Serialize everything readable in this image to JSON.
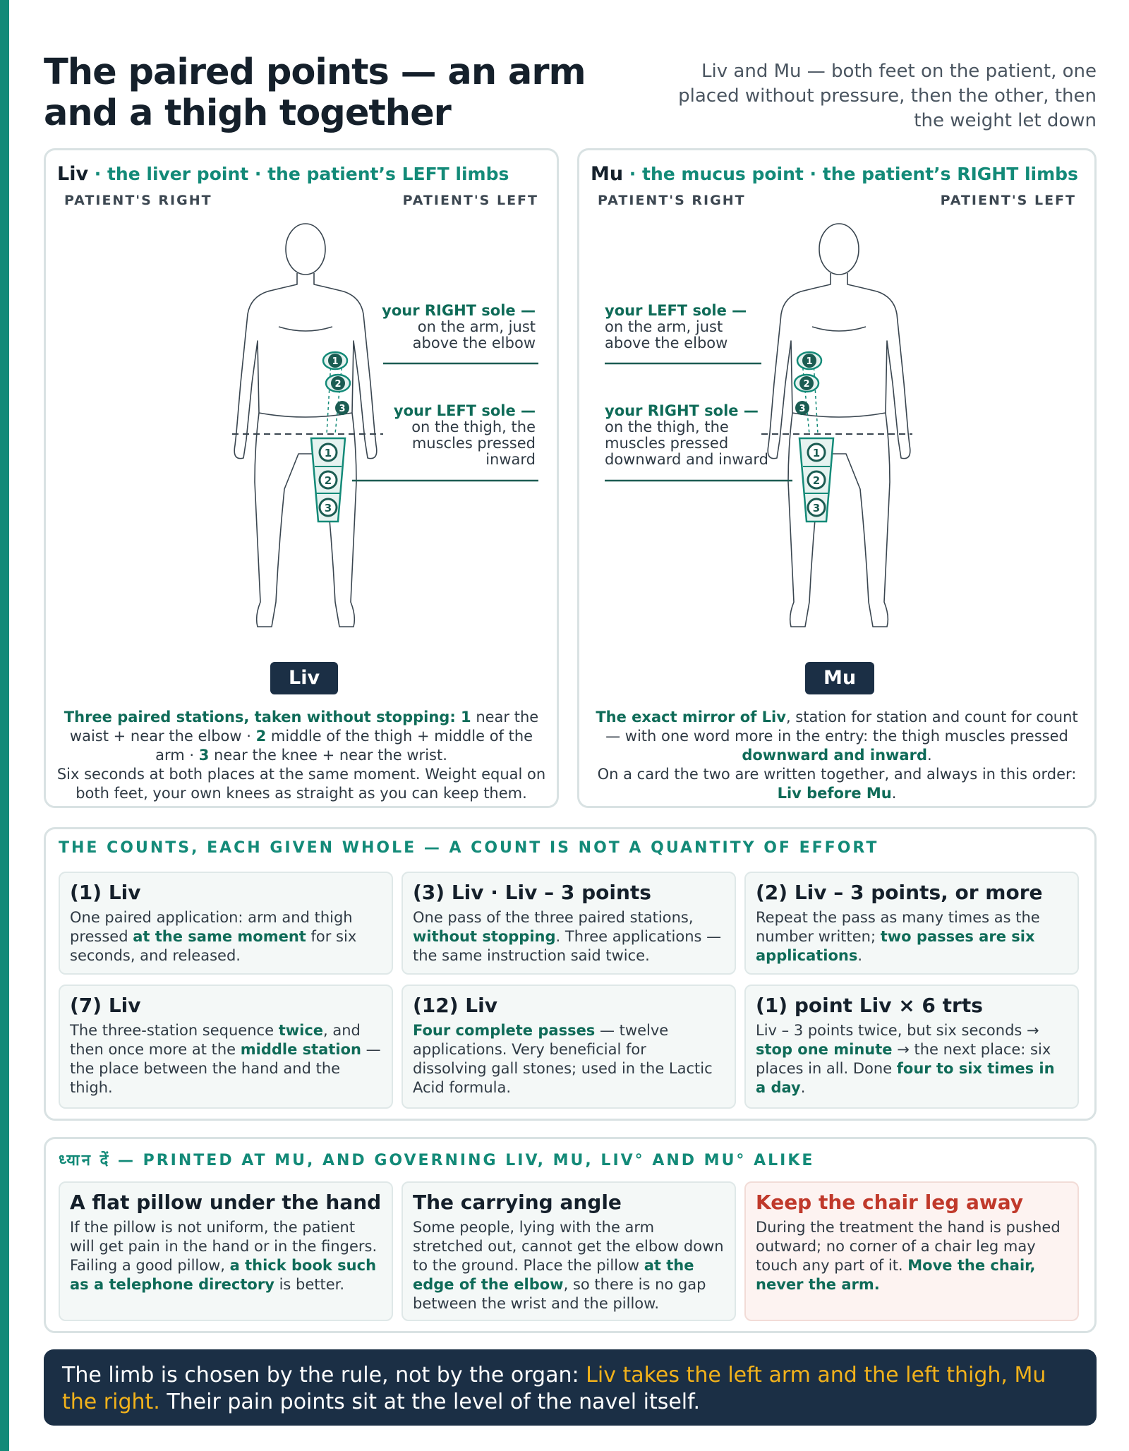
{
  "title": "The paired points — an arm and a thigh together",
  "subtitle": "Liv and Mu — both feet on the patient, one placed without pressure, then the other, then the weight let down",
  "panels": {
    "liv": {
      "key": "Liv",
      "desc": " · the liver point · the patient’s LEFT limbs",
      "side_right": "PATIENT'S RIGHT",
      "side_left": "PATIENT'S LEFT",
      "callout_arm_head": "your RIGHT sole —",
      "callout_arm_line1": "on the arm, just",
      "callout_arm_line2": "above the elbow",
      "callout_thigh_head": "your LEFT sole —",
      "callout_thigh_line1": "on the thigh, the",
      "callout_thigh_line2": "muscles pressed",
      "callout_thigh_line3": "inward",
      "badge": "Liv",
      "text": {
        "b1": "Three paired stations, taken without stopping: 1",
        "t1": " near the waist + near the elbow · ",
        "b2": "2",
        "t2": " middle of the thigh + middle of the arm · ",
        "b3": "3",
        "t3": " near the knee + near the wrist.",
        "t4": "Six seconds at both places at the same moment. Weight equal on both feet, your own knees as straight as you can keep them."
      }
    },
    "mu": {
      "key": "Mu",
      "desc": " · the mucus point · the patient’s RIGHT limbs",
      "side_right": "PATIENT'S RIGHT",
      "side_left": "PATIENT'S LEFT",
      "callout_arm_head": "your LEFT sole —",
      "callout_arm_line1": "on the arm, just",
      "callout_arm_line2": "above the elbow",
      "callout_thigh_head": "your RIGHT sole —",
      "callout_thigh_line1": "on the thigh, the",
      "callout_thigh_line2": "muscles pressed",
      "callout_thigh_line3": "downward and inward",
      "badge": "Mu",
      "text": {
        "b1": "The exact mirror of Liv",
        "t1": ", station for station and count for count — with one word more in the entry: the thigh muscles pressed ",
        "b2": "downward and inward",
        "t2": ".",
        "t3": "On a card the two are written together, and always in this order: ",
        "b3": "Liv before Mu",
        "t4": "."
      }
    }
  },
  "station_numbers": [
    "1",
    "2",
    "3"
  ],
  "counts": {
    "heading": "THE COUNTS, EACH GIVEN WHOLE — A COUNT IS NOT A QUANTITY OF EFFORT",
    "cards": [
      {
        "title": "(1) Liv",
        "p1": "One paired application: arm and thigh pressed ",
        "b1": "at the same moment",
        "p2": " for six seconds, and released.",
        "b2": "",
        "p3": ""
      },
      {
        "title": "(3) Liv · Liv – 3 points",
        "p1": "One pass of the three paired stations, ",
        "b1": "without stopping",
        "p2": ". Three applications — the same instruction said twice.",
        "b2": "",
        "p3": ""
      },
      {
        "title": "(2) Liv – 3 points, or more",
        "p1": "Repeat the pass as many times as the number written; ",
        "b1": "two passes are six applications",
        "p2": ".",
        "b2": "",
        "p3": ""
      },
      {
        "title": "(7) Liv",
        "p1": "The three-station sequence ",
        "b1": "twice",
        "p2": ", and then once more at the ",
        "b2": "middle station",
        "p3": " — the place between the hand and the thigh."
      },
      {
        "title": "(12) Liv",
        "p1": "",
        "b1": "Four complete passes",
        "p2": " — twelve applications. Very beneficial for dissolving gall stones; used in the Lactic Acid formula.",
        "b2": "",
        "p3": ""
      },
      {
        "title": "(1) point Liv × 6 trts",
        "p1": "Liv – 3 points twice, but six seconds → ",
        "b1": "stop one minute",
        "p2": " → the next place: six places in all. Done ",
        "b2": "four to six times in a day",
        "p3": "."
      }
    ]
  },
  "notes": {
    "heading_hi": "ध्यान दें",
    "heading": " — PRINTED AT MU, AND GOVERNING LIV, MU, LIV° AND MU° ALIKE",
    "cards": [
      {
        "title": "A flat pillow under the hand",
        "p1": "If the pillow is not uniform, the patient will get pain in the hand or in the fingers. Failing a good pillow, ",
        "b1": "a thick book such as a telephone directory",
        "p2": " is better.",
        "b2": "",
        "p3": ""
      },
      {
        "title": "The carrying angle",
        "p1": "Some people, lying with the arm stretched out, cannot get the elbow down to the ground. Place the pillow ",
        "b1": "at the edge of the elbow",
        "p2": ", so there is no gap between the wrist and the pillow.",
        "b2": "",
        "p3": ""
      },
      {
        "title": "Keep the chair leg away",
        "p1": "During the treatment the hand is pushed outward; no corner of a chair leg may touch any part of it. ",
        "b1": "Move the chair, never the arm.",
        "p2": "",
        "b2": "",
        "p3": ""
      }
    ]
  },
  "banner": {
    "t1": "The limb is chosen by the rule, not by the organ: ",
    "hl": "Liv takes the left arm and the left thigh, Mu the right.",
    "t2": " Their pain points sit at the level of the navel itself."
  },
  "colors": {
    "accent": "#138a78",
    "navy": "#1b2f45",
    "warning": "#c0392b",
    "highlight": "#f2b21b"
  }
}
